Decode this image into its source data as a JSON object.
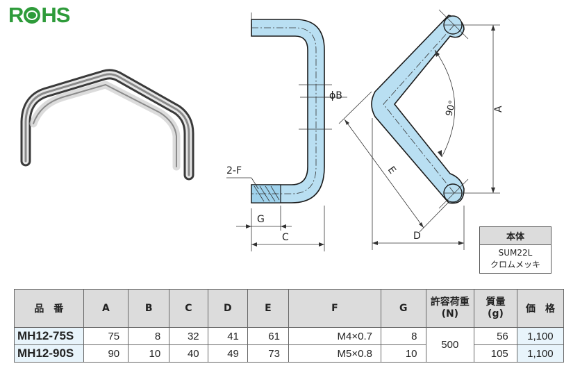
{
  "logo": {
    "text_left": "R",
    "text_right": "HS"
  },
  "dims": {
    "phiB": "ϕB",
    "twoF": "2-F",
    "G": "G",
    "C": "C",
    "D": "D",
    "E": "E",
    "A": "A",
    "angle": "90°"
  },
  "material": {
    "header": "本体",
    "line1": "SUM22L",
    "line2": "クロムメッキ"
  },
  "table": {
    "headers": [
      "品　番",
      "A",
      "B",
      "C",
      "D",
      "E",
      "F",
      "G",
      "許容荷重\n(N)",
      "質量\n(g)",
      "価　格"
    ],
    "header_load_1": "許容荷重",
    "header_load_2": "(N)",
    "header_mass_1": "質量",
    "header_mass_2": "(g)",
    "rows": [
      {
        "part": "MH12-75S",
        "A": "75",
        "B": "8",
        "C": "32",
        "D": "41",
        "E": "61",
        "F": "M4×0.7",
        "G": "8",
        "mass": "56",
        "price": "1,100"
      },
      {
        "part": "MH12-90S",
        "A": "90",
        "B": "10",
        "C": "40",
        "D": "49",
        "E": "73",
        "F": "M5×0.8",
        "G": "10",
        "mass": "105",
        "price": "1,100"
      }
    ],
    "load": "500"
  },
  "colors": {
    "logo": "#2e9b3a",
    "part_fill": "#b9dff2",
    "header_bg": "#dcdcdc",
    "highlight": "#e8f4fb"
  }
}
